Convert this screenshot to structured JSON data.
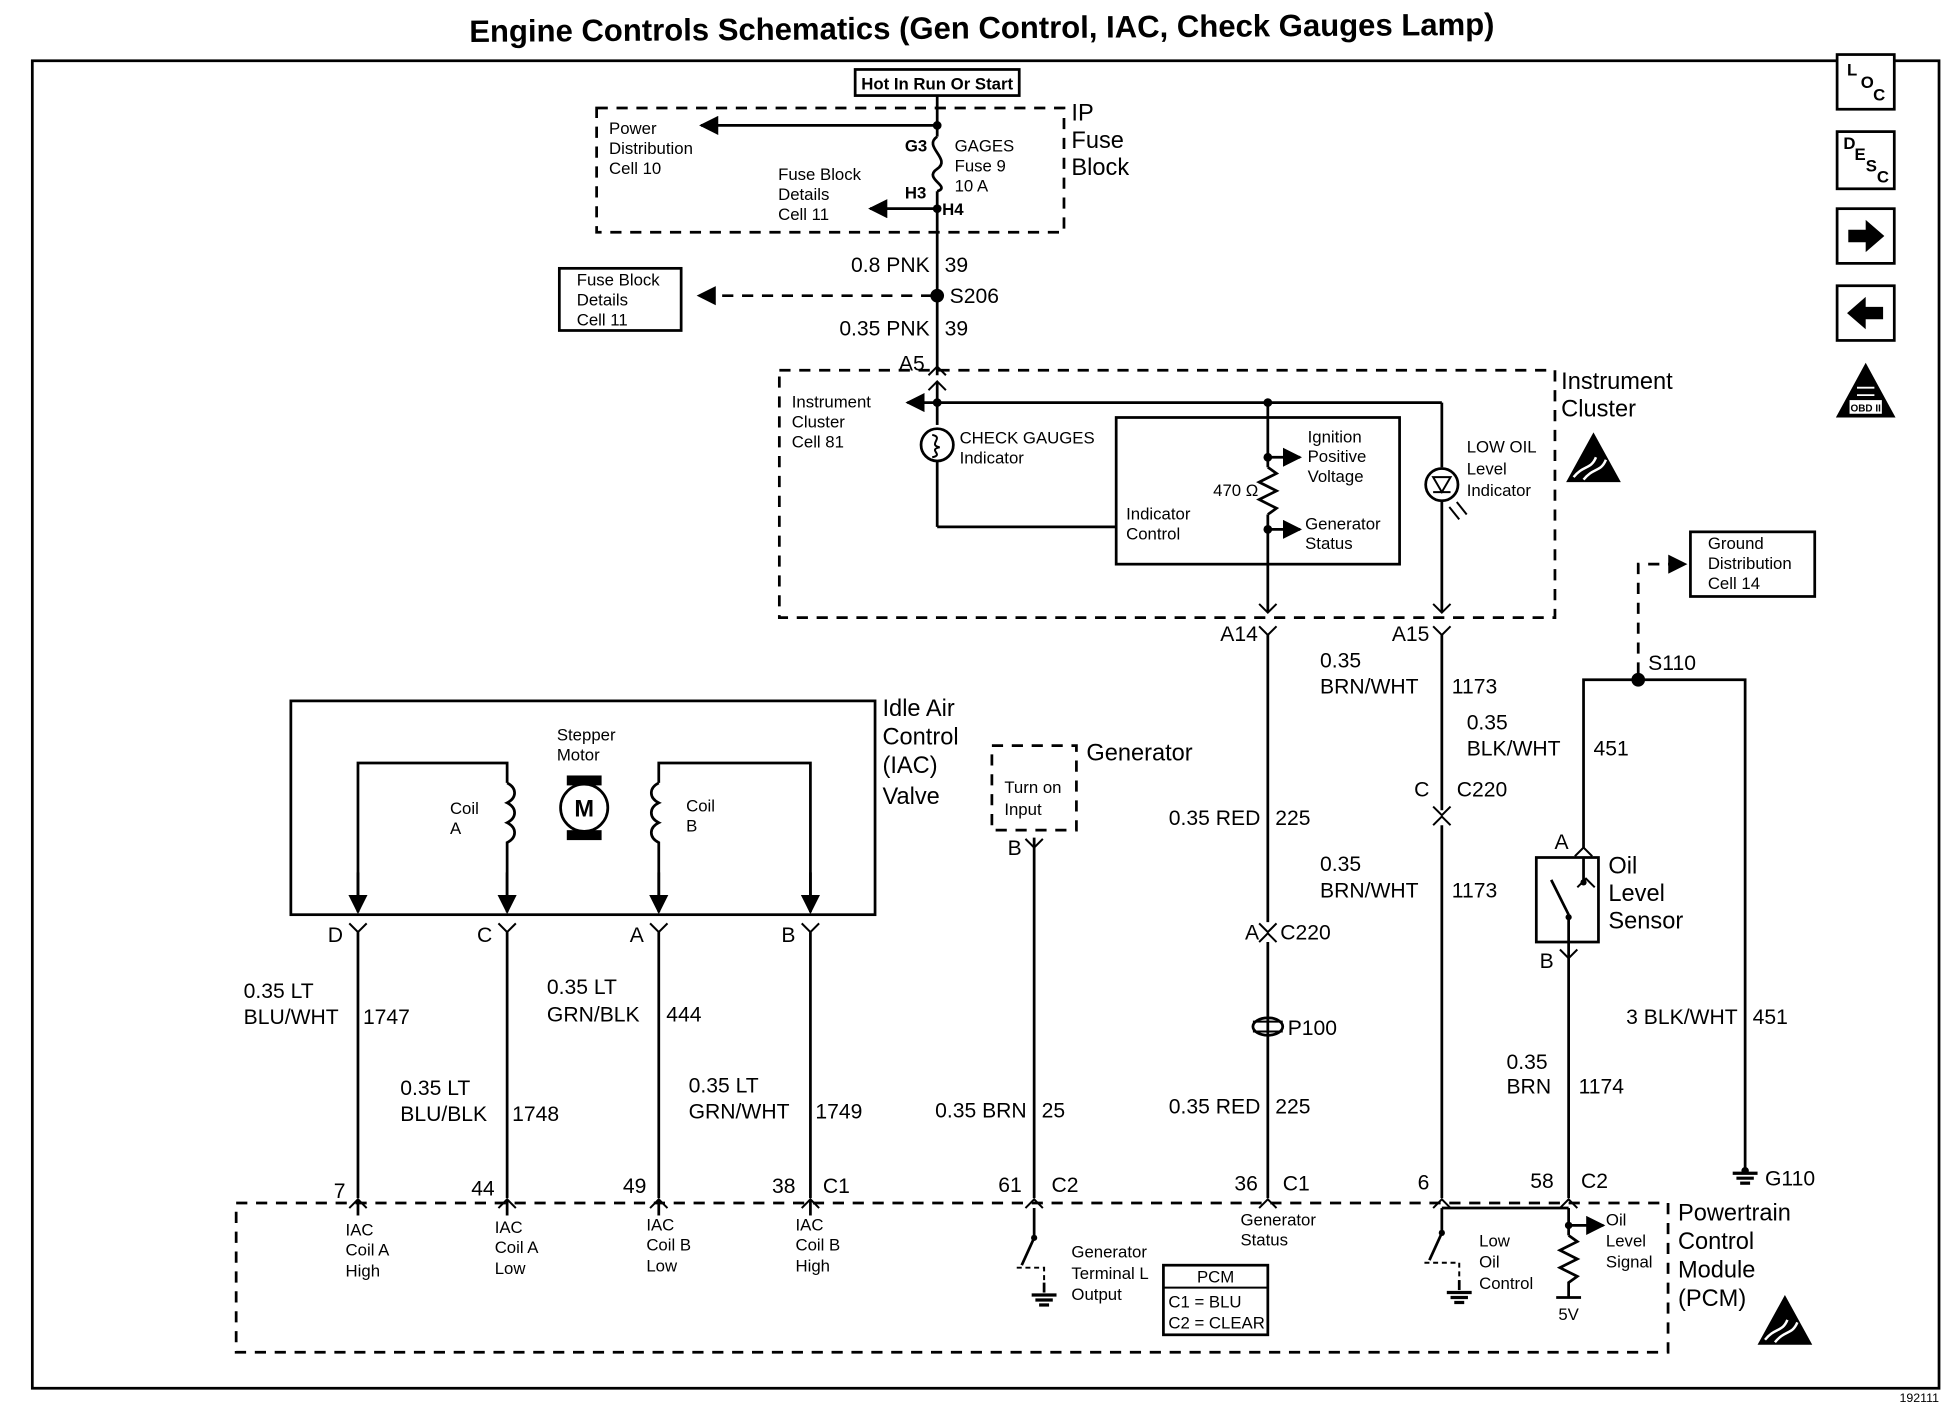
{
  "title": "Engine Controls Schematics (Gen Control, IAC, Check Gauges Lamp)",
  "figure_number": "192111",
  "nav": {
    "loc": [
      "L",
      "O",
      "C"
    ],
    "desc": [
      "D",
      "E",
      "S",
      "C"
    ],
    "next_icon": "right-arrow-icon",
    "prev_icon": "left-arrow-icon",
    "obd_label": "OBD II"
  },
  "power": {
    "hot_label": "Hot In Run Or Start",
    "fuse_block": [
      "IP",
      "Fuse",
      "Block"
    ],
    "power_dist": [
      "Power",
      "Distribution",
      "Cell 10"
    ],
    "fuse_details_inner": [
      "Fuse Block",
      "Details",
      "Cell 11"
    ],
    "fuse": [
      "GAGES",
      "Fuse 9",
      "10 A"
    ],
    "pins": {
      "g3": "G3",
      "h3": "H3",
      "h4": "H4"
    },
    "wire_top": [
      "0.8 PNK",
      "39"
    ],
    "splice": "S206",
    "fuse_details_outer": [
      "Fuse Block",
      "Details",
      "Cell 11"
    ],
    "wire_bottom": [
      "0.35 PNK",
      "39"
    ],
    "conn_a5": "A5"
  },
  "cluster": {
    "label": [
      "Instrument",
      "Cluster"
    ],
    "cell_ref": [
      "Instrument",
      "Cluster",
      "Cell 81"
    ],
    "check_gauges": [
      "CHECK GAUGES",
      "Indicator"
    ],
    "indicator_control": [
      "Indicator",
      "Control"
    ],
    "resistor": "470 Ω",
    "ignition": [
      "Ignition",
      "Positive",
      "Voltage"
    ],
    "gen_status": [
      "Generator",
      "Status"
    ],
    "low_oil": [
      "LOW OIL",
      "Level",
      "Indicator"
    ],
    "a14": "A14",
    "a15": "A15"
  },
  "iac": {
    "label": [
      "Idle Air",
      "Control",
      "(IAC)",
      "Valve"
    ],
    "stepper": [
      "Stepper",
      "Motor"
    ],
    "motor_symbol": "M",
    "coil_a": [
      "Coil",
      "A"
    ],
    "coil_b": [
      "Coil",
      "B"
    ],
    "pins": [
      "D",
      "C",
      "A",
      "B"
    ],
    "wires": [
      {
        "color": [
          "0.35 LT",
          "BLU/WHT"
        ],
        "circuit": "1747"
      },
      {
        "color": [
          "0.35 LT",
          "BLU/BLK"
        ],
        "circuit": "1748"
      },
      {
        "color": [
          "0.35 LT",
          "GRN/BLK"
        ],
        "circuit": "444"
      },
      {
        "color": [
          "0.35 LT",
          "GRN/WHT"
        ],
        "circuit": "1749"
      }
    ],
    "pcm_pins": [
      "7",
      "44",
      "49",
      "38"
    ],
    "pcm_connector": "C1",
    "pcm_labels": [
      [
        "IAC",
        "Coil A",
        "High"
      ],
      [
        "IAC",
        "Coil A",
        "Low"
      ],
      [
        "IAC",
        "Coil B",
        "Low"
      ],
      [
        "IAC",
        "Coil B",
        "High"
      ]
    ]
  },
  "generator": {
    "label": "Generator",
    "turn_on": [
      "Turn on",
      "Input"
    ],
    "pin": "B",
    "wire": [
      "0.35 BRN",
      "25"
    ],
    "pcm_pin": "61",
    "pcm_connector": "C2",
    "pcm_label": [
      "Generator",
      "Terminal L",
      "Output"
    ]
  },
  "gen_status_circuit": {
    "wire_upper": [
      "0.35 RED",
      "225"
    ],
    "c220_pin": "A",
    "c220": "C220",
    "p100": "P100",
    "wire_lower": [
      "0.35 RED",
      "225"
    ],
    "pcm_pin": "36",
    "pcm_connector": "C1",
    "pcm_label": [
      "Generator",
      "Status"
    ]
  },
  "low_oil_circuit": {
    "wire_upper": [
      "0.35",
      "BRN/WHT",
      "1173"
    ],
    "c220_pin": "C",
    "c220": "C220",
    "wire_lower": [
      "0.35",
      "BRN/WHT",
      "1173"
    ],
    "pcm_pin": "6",
    "pcm_label": [
      "Low",
      "Oil",
      "Control"
    ]
  },
  "oil_sensor": {
    "ground_dist": [
      "Ground",
      "Distribution",
      "Cell 14"
    ],
    "splice": "S110",
    "wire_upper": [
      "0.35",
      "BLK/WHT",
      "451"
    ],
    "pin_a": "A",
    "label": [
      "Oil",
      "Level",
      "Sensor"
    ],
    "pin_b": "B",
    "wire_lower": [
      "0.35",
      "BRN",
      "1174"
    ],
    "pcm_pin": "58",
    "pcm_connector": "C2",
    "pcm_label": [
      "Oil",
      "Level",
      "Signal"
    ],
    "ref_voltage": "5V",
    "ground_wire": [
      "3 BLK/WHT",
      "451"
    ],
    "ground": "G110"
  },
  "pcm": {
    "label": [
      "Powertrain",
      "Control",
      "Module",
      "(PCM)"
    ],
    "legend_title": "PCM",
    "legend": [
      "C1 = BLU",
      "C2 = CLEAR"
    ]
  }
}
